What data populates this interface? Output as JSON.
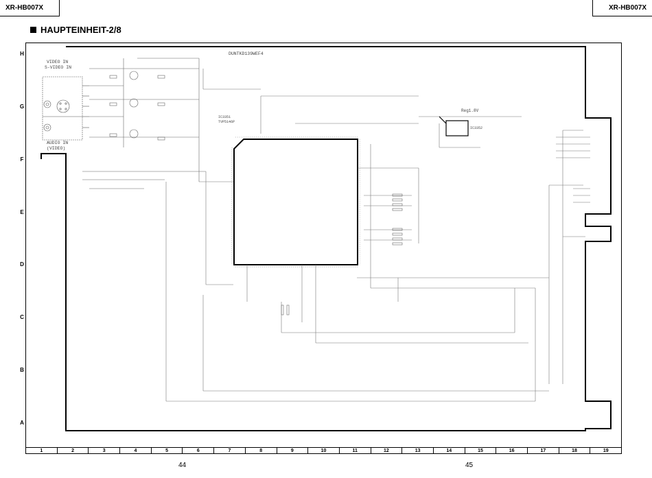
{
  "header": {
    "model_left": "XR-HB007X",
    "model_right": "XR-HB007X",
    "title": "HAUPTEINHEIT-2/8"
  },
  "rows": [
    "H",
    "G",
    "F",
    "E",
    "D",
    "C",
    "B",
    "A"
  ],
  "columns": [
    "1",
    "2",
    "3",
    "4",
    "5",
    "6",
    "7",
    "8",
    "9",
    "10",
    "11",
    "12",
    "13",
    "14",
    "15",
    "16",
    "17",
    "18",
    "19"
  ],
  "pages": {
    "left": "44",
    "right": "45"
  },
  "schematic": {
    "part_number": "DUNTKD139WEF4",
    "video_in_label": "VIDEO IN",
    "svideo_in_label": "S-VIDEO IN",
    "audio_in_label": "AUDIO IN",
    "audio_in_sub": "(VIDEO)",
    "ic_main_ref": "IC3351",
    "ic_main_part": "TVP5146P",
    "ic_reg_ref": "IC3352",
    "reg_label": "Reg1.8V"
  }
}
